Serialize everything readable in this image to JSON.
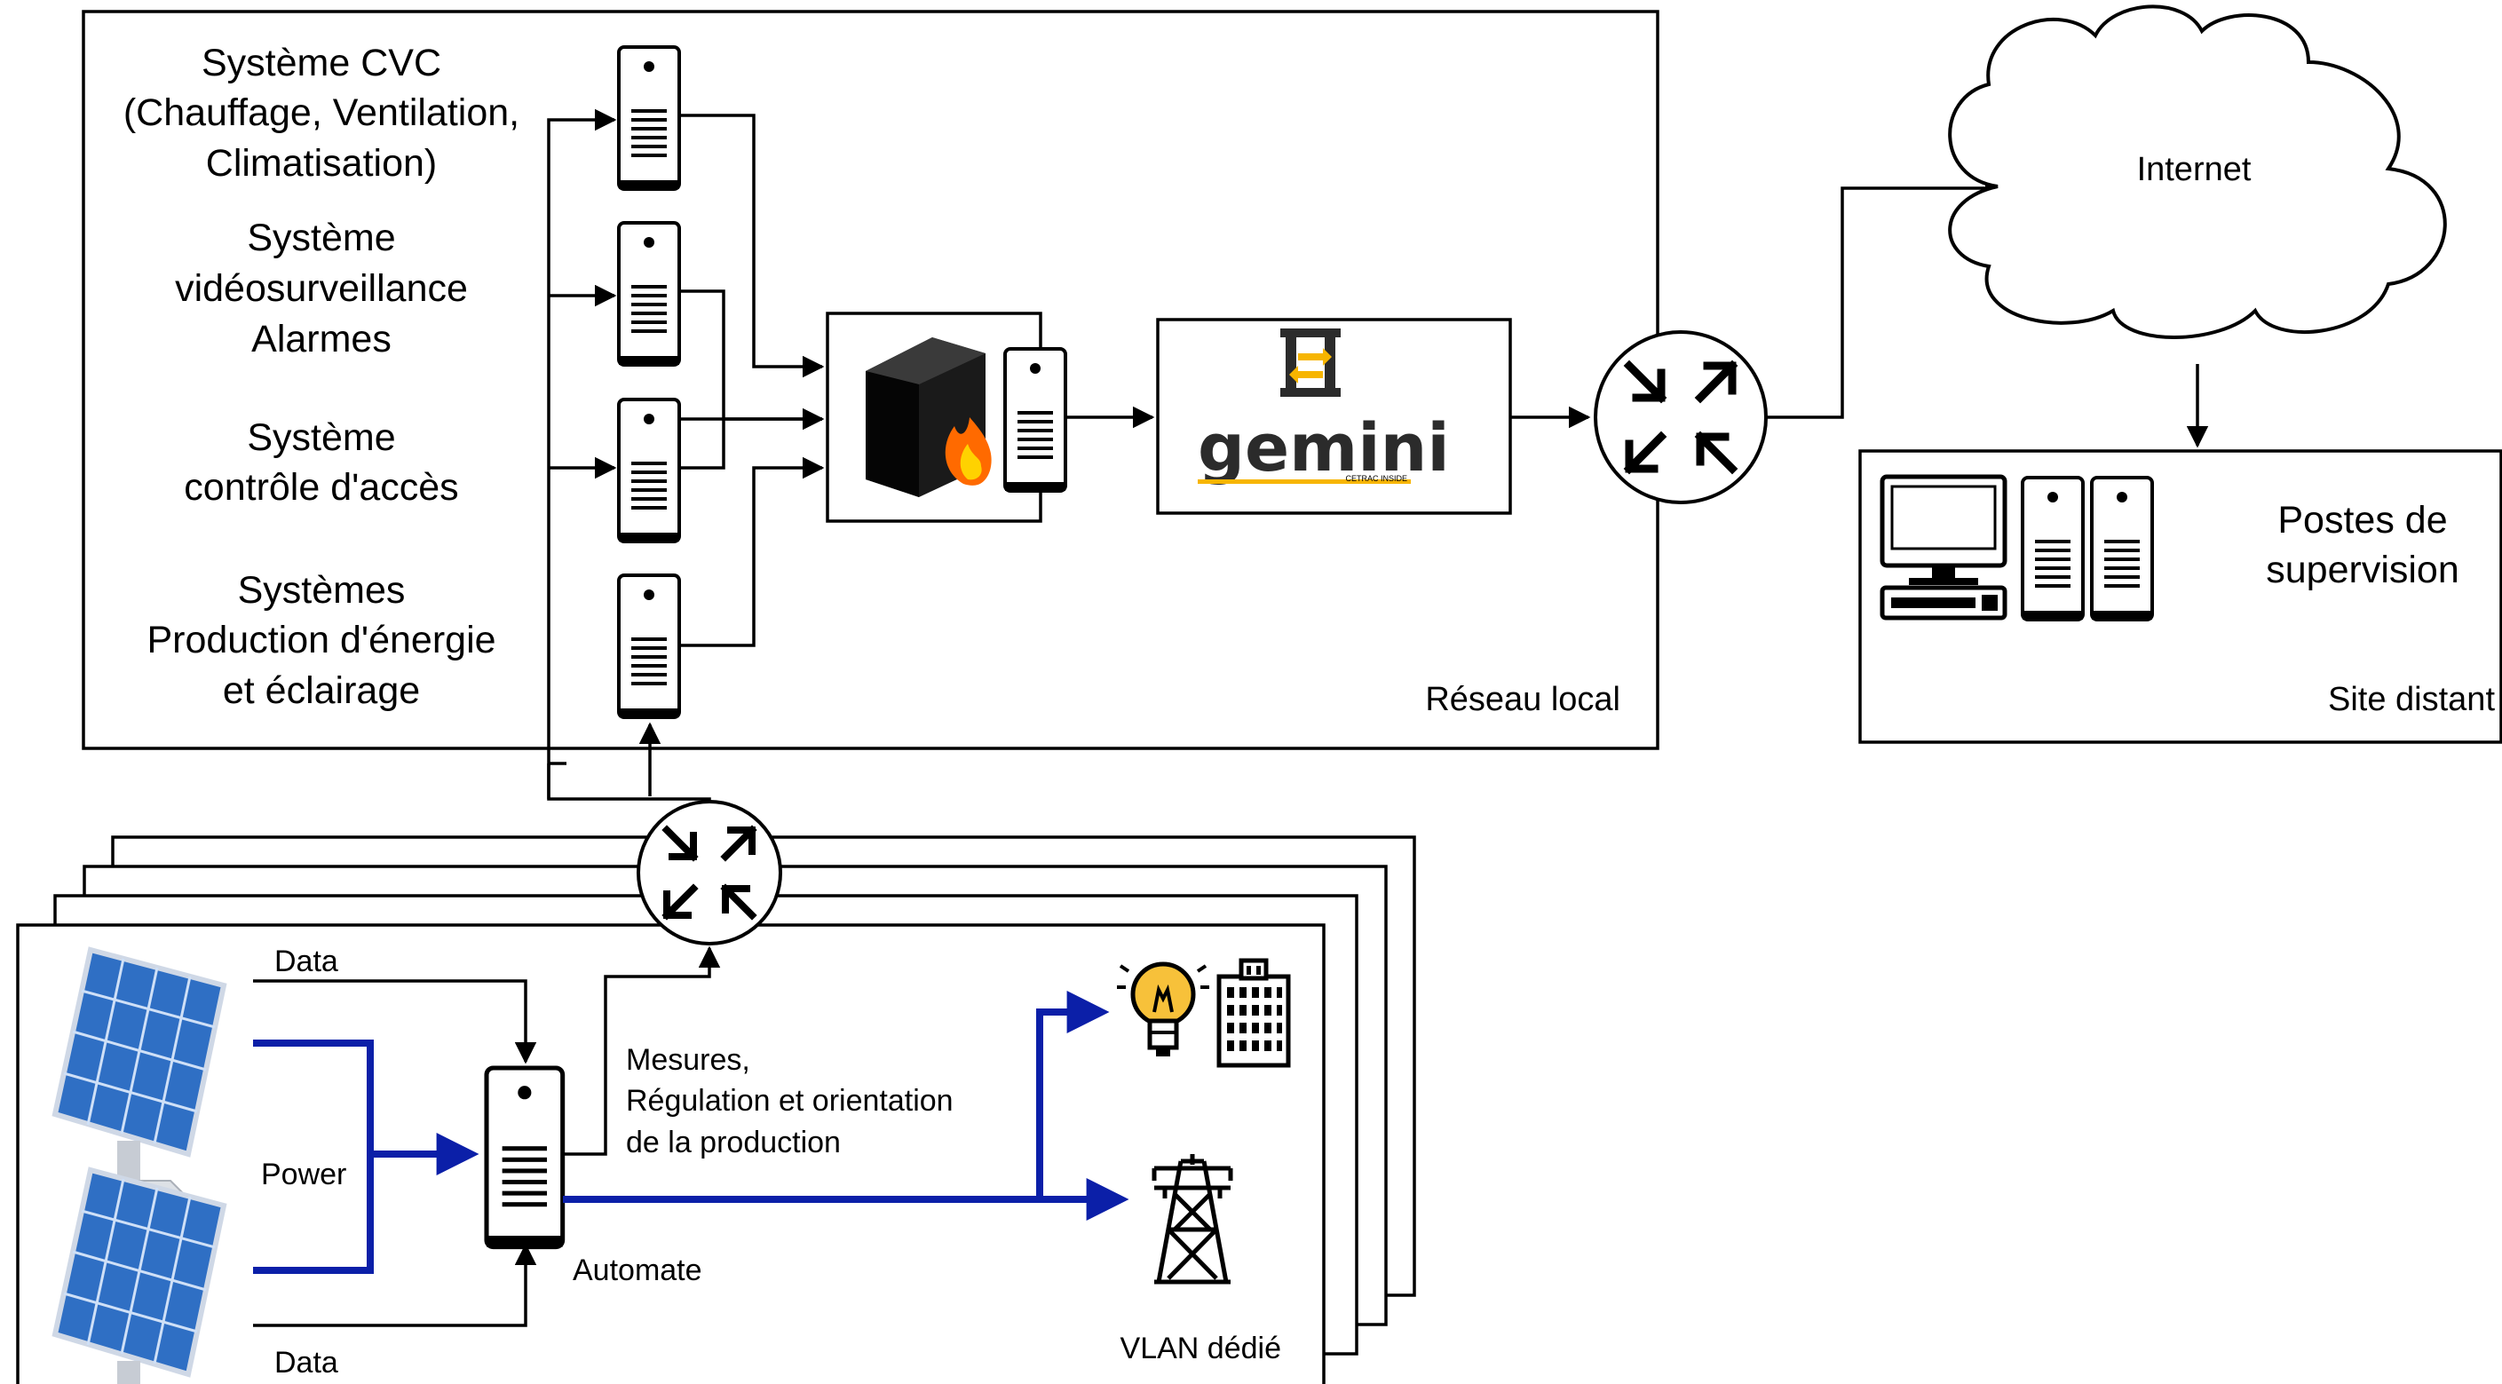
{
  "local_network": {
    "label": "Réseau local",
    "systems": [
      {
        "lines": [
          "Système CVC",
          "(Chauffage, Ventilation,",
          "Climatisation)"
        ]
      },
      {
        "lines": [
          "Système",
          "vidéosurveillance",
          "Alarmes"
        ]
      },
      {
        "lines": [
          "Système",
          "contrôle d'accès"
        ]
      },
      {
        "lines": [
          "Systèmes",
          "Production d'énergie",
          "et éclairage"
        ]
      }
    ]
  },
  "gemini": {
    "logo_text": "gemini",
    "tagline": "CETRAC INSIDE",
    "colors": {
      "text": "#2b2b2b",
      "accent": "#f7b500"
    }
  },
  "internet": {
    "label": "Internet"
  },
  "remote_site": {
    "label": "Site distant",
    "workstations_label": [
      "Postes de",
      "supervision"
    ]
  },
  "vlan": {
    "label": "VLAN dédié",
    "data_top": "Data",
    "data_bottom": "Data",
    "power": "Power",
    "automate": "Automate",
    "measures": [
      "Mesures,",
      "Régulation et orientation",
      "de la production"
    ]
  },
  "colors": {
    "power_line": "#0b1fa8",
    "lines": "#000000",
    "fire": "#ff6a00",
    "solar_panel": "#2f6fc4",
    "bulb": "#f7c13a"
  },
  "icons": [
    "server-icon",
    "firewall-icon",
    "router-icon",
    "cloud-icon",
    "workstation-icon",
    "solar-panel-icon",
    "lightbulb-icon",
    "building-icon",
    "power-pylon-icon"
  ]
}
